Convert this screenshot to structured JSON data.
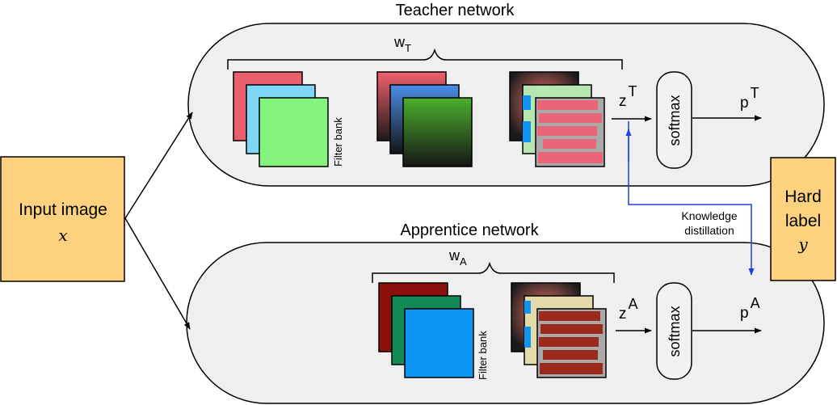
{
  "teacher": {
    "title": "Teacher network",
    "weights": "w",
    "weights_sub": "T",
    "filter_bank_label": "Filter bank",
    "logit": "z",
    "logit_sup": "T",
    "softmax": "softmax",
    "output": "p",
    "output_sup": "T"
  },
  "apprentice": {
    "title": "Apprentice network",
    "weights": "w",
    "weights_sub": "A",
    "filter_bank_label": "Filter bank",
    "logit": "z",
    "logit_sup": "A",
    "softmax": "softmax",
    "output": "p",
    "output_sup": "A"
  },
  "input": {
    "label": "Input image",
    "symbol": "x"
  },
  "hard_label": {
    "line1": "Hard",
    "line2": "label",
    "symbol": "y"
  },
  "distillation": {
    "line1": "Knowledge",
    "line2": "distillation"
  },
  "colors": {
    "box_fill": "#fdd27e",
    "pill_fill": "#efefef",
    "link": "#1f3fe0",
    "teacher_filters": [
      "#e85f6e",
      "#7fd7f7",
      "#84f47e"
    ],
    "apprentice_filters": [
      "#8b0f0a",
      "#138a55",
      "#0c95f5"
    ]
  }
}
